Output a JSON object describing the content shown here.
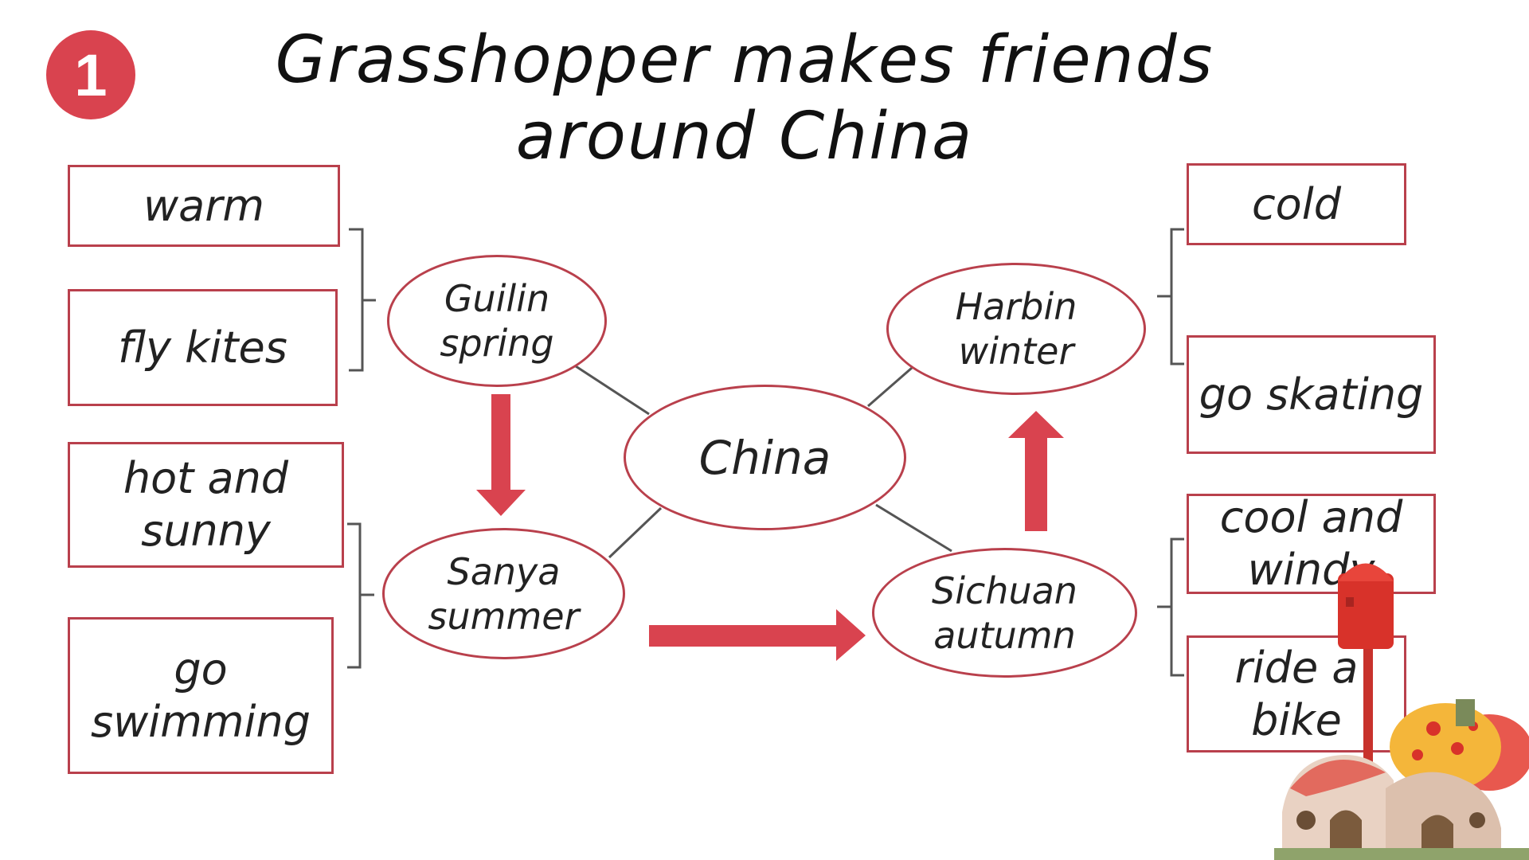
{
  "badge_number": "1",
  "title_line1": "Grasshopper makes friends",
  "title_line2": "around China",
  "colors": {
    "accent": "#d9434f",
    "border": "#b9404c",
    "connector": "#555555",
    "text": "#222222"
  },
  "center_node": "China",
  "nodes": {
    "guilin": "Guilin\nspring",
    "sanya": "Sanya\nsummer",
    "sichuan": "Sichuan\nautumn",
    "harbin": "Harbin\nwinter"
  },
  "boxes": {
    "warm": "warm",
    "fly_kites": "fly kites",
    "hot_and_sunny": "hot and sunny",
    "go_swimming": "go swimming",
    "cold": "cold",
    "go_skating": "go skating",
    "cool_and_windy": "cool and windy",
    "ride_a_bike": "ride a bike"
  },
  "decoration_icon": "mushroom-house-mailbox-illustration"
}
